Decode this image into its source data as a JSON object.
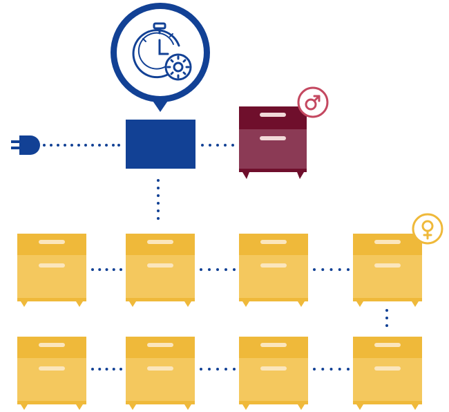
{
  "colors": {
    "controller_blue": "#124195",
    "connector_dots": "#124195",
    "male_cabinet_top": "#6f0f2c",
    "male_cabinet_body": "#8b3a55",
    "male_symbol": "#c44860",
    "female_cabinet_top": "#efb93a",
    "female_cabinet_body": "#f4c85e",
    "female_symbol": "#efb93a",
    "handle": "#fbe6bd",
    "male_handle": "#f1d9d9"
  },
  "icons": {
    "plug": "power-plug-icon",
    "timer": "stopwatch-gear-icon",
    "controller": "control-unit-box",
    "male": "male-symbol-icon",
    "female": "female-symbol-icon"
  },
  "grid": {
    "rows": 2,
    "columns": 4
  }
}
